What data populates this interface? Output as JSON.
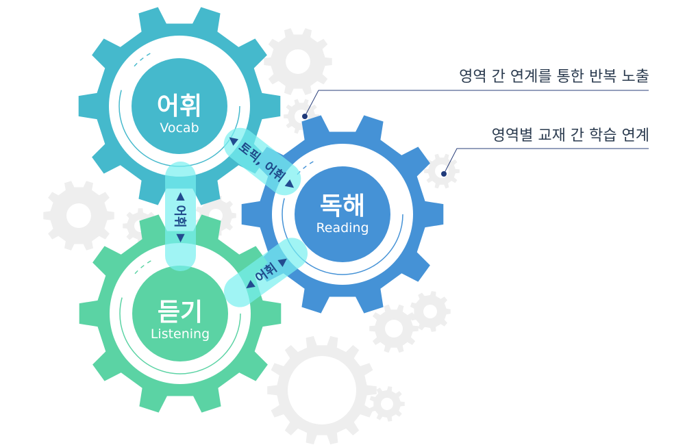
{
  "gears": [
    {
      "id": "vocab",
      "ko": "어휘",
      "en": "Vocab",
      "color": "#45b9cc"
    },
    {
      "id": "reading",
      "ko": "독해",
      "en": "Reading",
      "color": "#4592d6"
    },
    {
      "id": "listening",
      "ko": "듣기",
      "en": "Listening",
      "color": "#5bd3a4"
    }
  ],
  "links": {
    "vocab_reading": "토픽, 어휘",
    "vocab_listening": "어휘",
    "listening_reading": "어휘"
  },
  "notes": [
    "영역 간 연계를 통한 반복 노출",
    "영역별 교재 간 학습 연계"
  ],
  "colors": {
    "gray_gear": "#eeeeee",
    "line": "#2a3f7a",
    "pill": "#7ff0f0"
  }
}
